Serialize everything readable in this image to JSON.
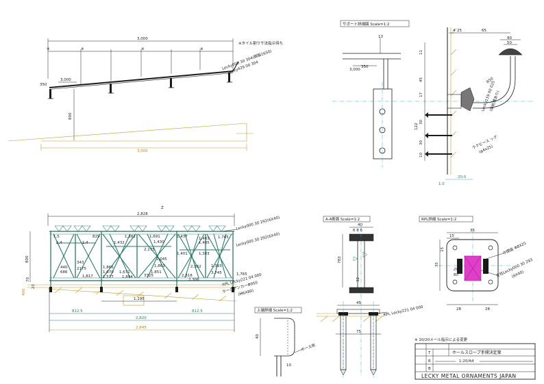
{
  "top_left": {
    "dim_total": "3,000",
    "note_tile": "※タイル割りサ法指示待ち",
    "rail_label_1": "Lecky000 30 304(鋼製1650)",
    "rail_label_2": "Lecky429 00 304",
    "dim_3000_small": "3,000",
    "dim_350": "350",
    "dim_800": "800",
    "dim_bottom": "3,000"
  },
  "support_detail": {
    "title": "サポート詳細図 Scale=1:2",
    "dim_13": "13",
    "dim_350": "350",
    "dim_3000": "3,000",
    "dim_4": "4",
    "dim_25": "25",
    "dim_65": "65",
    "dim_90": "90",
    "dim_50": "50",
    "dim_11": "11",
    "dim_45": "45",
    "dim_17": "17",
    "dim_30": "30",
    "dim_10": "10",
    "dim_122": "122",
    "dim_r50": "R50",
    "label_bracket": "Lecky119 00 025",
    "label_bracket_note": "(後処理あり)",
    "label_screw": "ラクビース ッグ",
    "label_screw_size": "(φ4x25)",
    "dim_20": "20.0",
    "dim_1_0": "1.0"
  },
  "front_view": {
    "dim_top": "2,828",
    "label_top": "Lecky000 30 292(6X40)",
    "label_mid": "Lecky000 30 292(6X40)",
    "label_pl": "RPL Lecky221 04 000",
    "label_anchor": "ホールアンカーΦ950",
    "label_anchor_size": "(M6X80)",
    "dim_800": "800",
    "dims": [
      "829",
      "1,381",
      "1,691",
      "1,432",
      "1,430",
      "1,437",
      "1,463",
      "1,405",
      "1,401",
      "1,383",
      "2,175",
      "2,045",
      "1,863",
      "1,866",
      "1,817",
      "1,670",
      "1,851",
      "1,671",
      "1,577",
      "1,894",
      "2,318",
      "2,306",
      "3,745",
      "440",
      "686",
      "343",
      "2175",
      "3325",
      "1,765",
      "2,362",
      "1,393"
    ],
    "dim_70": "70",
    "dim_20": "20",
    "dim_mid": "1,195",
    "dim_left": "812.5",
    "dim_right": "812.5",
    "dim_total": "2,820",
    "dim_total_2": "2,845",
    "dim_yellow": "400"
  },
  "aa_section": {
    "title": "A-A断面 Scale=1:2",
    "dim_40": "40",
    "dim_sub": "6 8 6",
    "dim_783": "783",
    "dim_32": "32",
    "dim_45": "45",
    "dim_75": "75",
    "label_pl": "RPL Lecky221 04 000"
  },
  "rpl_detail": {
    "title": "RPL詳細 Scale=1:2",
    "dim_35": "35",
    "dim_15": "15",
    "dim_10": "10",
    "dim_80": "80",
    "dim_20a": "20",
    "dim_28a": "28",
    "dim_28b": "28",
    "label_mid": "中間座 Φ8X25",
    "label_post": "支柱Lecky000 30 293",
    "label_post_size": "(6X40)"
  },
  "top_detail": {
    "title": "上端詳細 Scale=1:2",
    "dim_40": "40",
    "dim_10": "10",
    "label_hose": "ホース用"
  },
  "title_block": {
    "note": "※ 10/20メール指示による変更",
    "project": "ホールスロープ手摺決定案",
    "scale": "1:20/A4",
    "company": "LECKY METAL ORNAMENTS JAPAN",
    "rev_t": "T",
    "rev_r": "R",
    "rev_b": "B"
  }
}
